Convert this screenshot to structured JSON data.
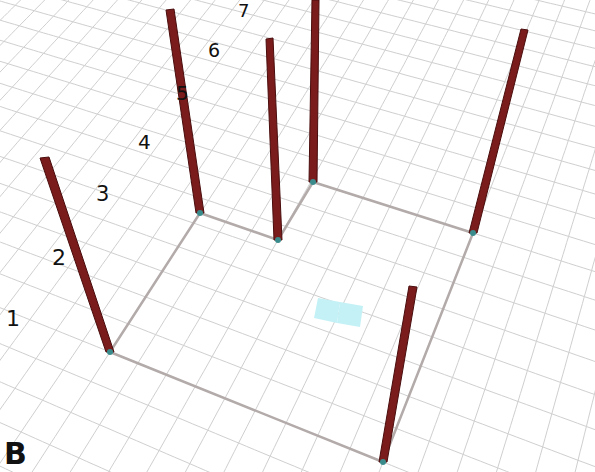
{
  "diagram": {
    "labels": [
      "1",
      "2",
      "3",
      "4",
      "5",
      "6",
      "7",
      "B"
    ]
  }
}
